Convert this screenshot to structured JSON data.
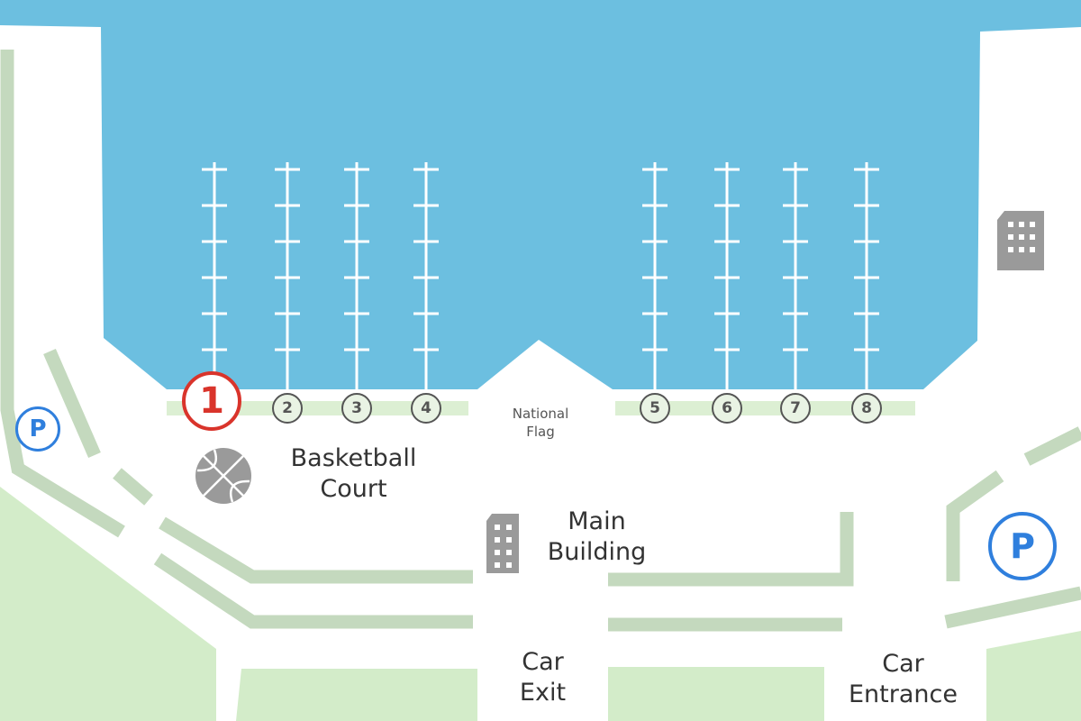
{
  "map": {
    "colors": {
      "water": "#6cbfe0",
      "lawn": "#d3ecc9",
      "path": "#c4d9be",
      "walkway": "#dcefd3",
      "pier_highlight": "#d9342b",
      "parking": "#2f7fdd",
      "icon_gray": "#9a9a9a"
    },
    "piers": [
      {
        "number": "1",
        "highlighted": true
      },
      {
        "number": "2",
        "highlighted": false
      },
      {
        "number": "3",
        "highlighted": false
      },
      {
        "number": "4",
        "highlighted": false
      },
      {
        "number": "5",
        "highlighted": false
      },
      {
        "number": "6",
        "highlighted": false
      },
      {
        "number": "7",
        "highlighted": false
      },
      {
        "number": "8",
        "highlighted": false
      }
    ],
    "labels": {
      "national_flag": [
        "National",
        "Flag"
      ],
      "basketball_court": [
        "Basketball",
        "Court"
      ],
      "main_building": [
        "Main",
        "Building"
      ],
      "car_exit": [
        "Car",
        "Exit"
      ],
      "car_entrance": [
        "Car",
        "Entrance"
      ]
    },
    "parking_symbol": "P"
  }
}
